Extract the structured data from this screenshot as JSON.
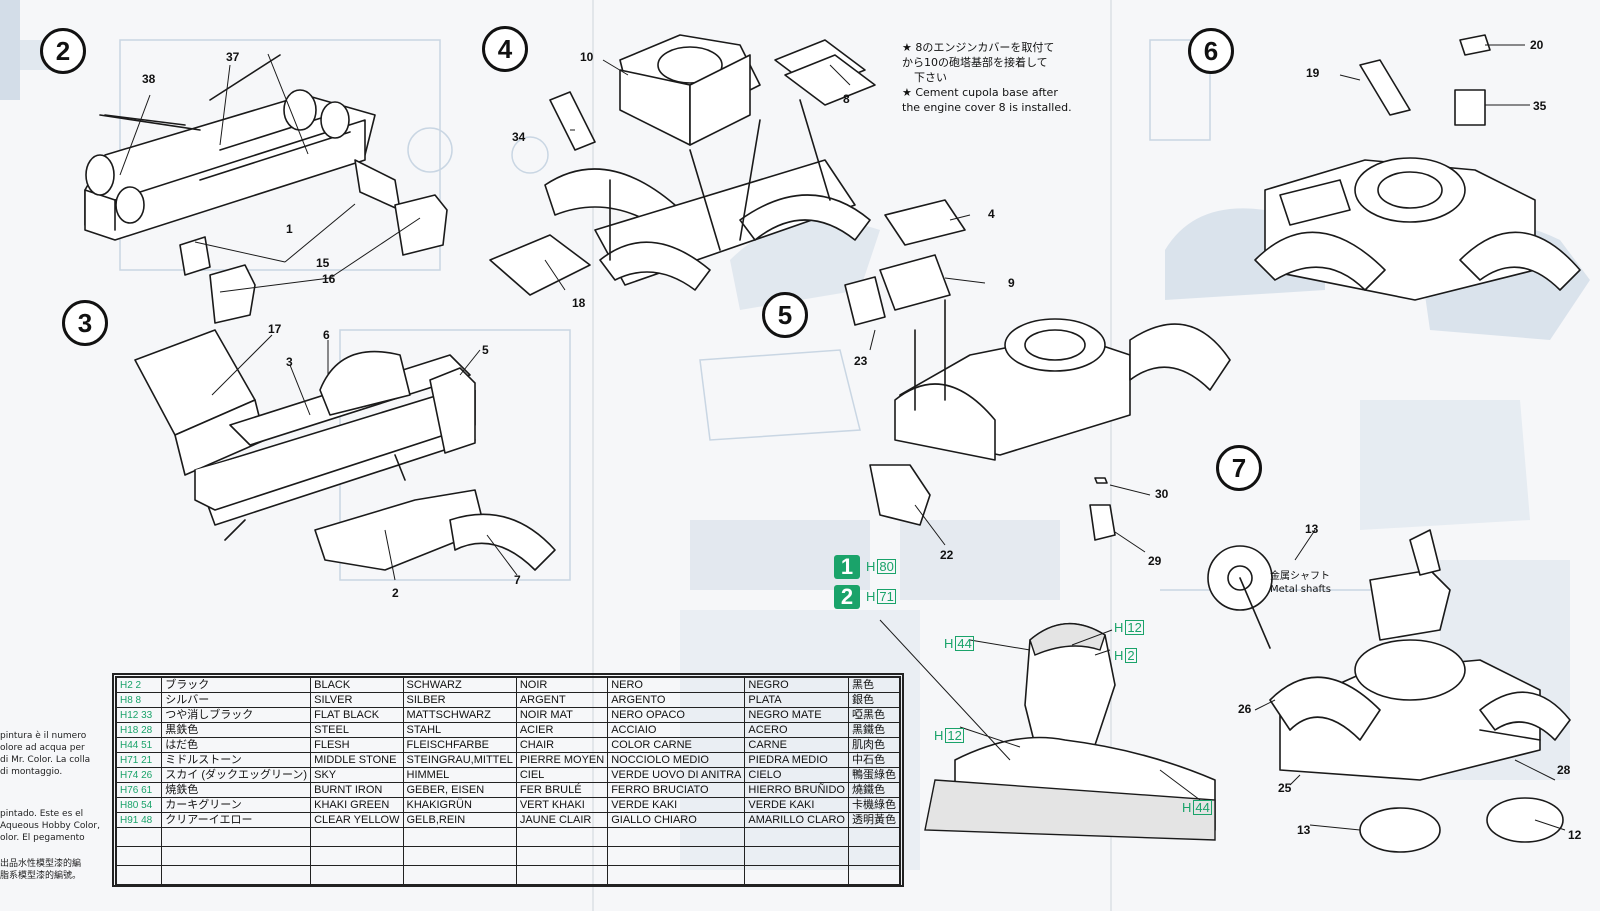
{
  "steps": {
    "s2": "2",
    "s3": "3",
    "s4": "4",
    "s5": "5",
    "s6": "6",
    "s7": "7"
  },
  "parts": {
    "step2": [
      "38",
      "37",
      "1",
      "15",
      "16"
    ],
    "step3": [
      "17",
      "6",
      "3",
      "5",
      "2",
      "7"
    ],
    "step4": [
      "10",
      "8",
      "34",
      "18"
    ],
    "step5": [
      "4",
      "9",
      "23",
      "22",
      "30",
      "29"
    ],
    "step6": [
      "20",
      "19",
      "35"
    ],
    "step7": [
      "13",
      "26",
      "25",
      "13",
      "12",
      "28"
    ]
  },
  "notes": {
    "jp_line1": "★ 8のエンジンカバーを取付て",
    "jp_line2": "から10の砲塔基部を接着して",
    "jp_line3": "下さい",
    "en_line1": "★ Cement cupola base after",
    "en_line2": "the engine cover 8 is installed."
  },
  "metal_shafts": {
    "jp": "金属シャフト",
    "en": "Metal shafts"
  },
  "figure_codes": {
    "g1_num": "1",
    "g1_code": "H",
    "g1_val": "80",
    "g2_num": "2",
    "g2_code": "H",
    "g2_val": "71",
    "c1": "12",
    "c2": "44",
    "c3": "2",
    "c4": "12",
    "c5": "44"
  },
  "paint_table": [
    {
      "code": "H2 2",
      "jp": "ブラック",
      "en": "BLACK",
      "de": "SCHWARZ",
      "fr": "NOIR",
      "it": "NERO",
      "es": "NEGRO",
      "cn": "黑色"
    },
    {
      "code": "H8 8",
      "jp": "シルバー",
      "en": "SILVER",
      "de": "SILBER",
      "fr": "ARGENT",
      "it": "ARGENTO",
      "es": "PLATA",
      "cn": "銀色"
    },
    {
      "code": "H12 33",
      "jp": "つや消しブラック",
      "en": "FLAT BLACK",
      "de": "MATTSCHWARZ",
      "fr": "NOIR MAT",
      "it": "NERO OPACO",
      "es": "NEGRO MATE",
      "cn": "啞黑色"
    },
    {
      "code": "H18 28",
      "jp": "黒鉄色",
      "en": "STEEL",
      "de": "STAHL",
      "fr": "ACIER",
      "it": "ACCIAIO",
      "es": "ACERO",
      "cn": "黑鐵色"
    },
    {
      "code": "H44 51",
      "jp": "はだ色",
      "en": "FLESH",
      "de": "FLEISCHFARBE",
      "fr": "CHAIR",
      "it": "COLOR CARNE",
      "es": "CARNE",
      "cn": "肌肉色"
    },
    {
      "code": "H71 21",
      "jp": "ミドルストーン",
      "en": "MIDDLE STONE",
      "de": "STEINGRAU,MITTEL",
      "fr": "PIERRE MOYEN",
      "it": "NOCCIOLO MEDIO",
      "es": "PIEDRA MEDIO",
      "cn": "中石色"
    },
    {
      "code": "H74 26",
      "jp": "スカイ (ダックエッグリーン)",
      "en": "SKY",
      "de": "HIMMEL",
      "fr": "CIEL",
      "it": "VERDE UOVO DI ANITRA",
      "es": "CIELO",
      "cn": "鴨蛋綠色"
    },
    {
      "code": "H76 61",
      "jp": "焼鉄色",
      "en": "BURNT IRON",
      "de": "GEBER, EISEN",
      "fr": "FER BRULÉ",
      "it": "FERRO BRUCIATO",
      "es": "HIERRO BRUÑIDO",
      "cn": "燒鐵色"
    },
    {
      "code": "H80 54",
      "jp": "カーキグリーン",
      "en": "KHAKI GREEN",
      "de": "KHAKIGRÜN",
      "fr": "VERT KHAKI",
      "it": "VERDE KAKI",
      "es": "VERDE KAKI",
      "cn": "卡機綠色"
    },
    {
      "code": "H91 48",
      "jp": "クリアーイエロー",
      "en": "CLEAR YELLOW",
      "de": "GELB,REIN",
      "fr": "JAUNE CLAIR",
      "it": "GIALLO CHIARO",
      "es": "AMARILLO CLARO",
      "cn": "透明黃色"
    }
  ],
  "left_margin": {
    "l1": "pintura è il numero",
    "l2": "olore ad acqua per",
    "l3": "di Mr. Color. La colla",
    "l4": "di montaggio.",
    "l5": "pintado. Este es el",
    "l6": "Aqueous Hobby Color,",
    "l7": "olor. El pegamento",
    "l8": "出品水性模型漆的編",
    "l9": "脂系模型漆的編號。"
  },
  "colors": {
    "accent_green": "#1aa36a",
    "ink": "#1a1a1a",
    "ghost_blue": "#d3dde8"
  }
}
